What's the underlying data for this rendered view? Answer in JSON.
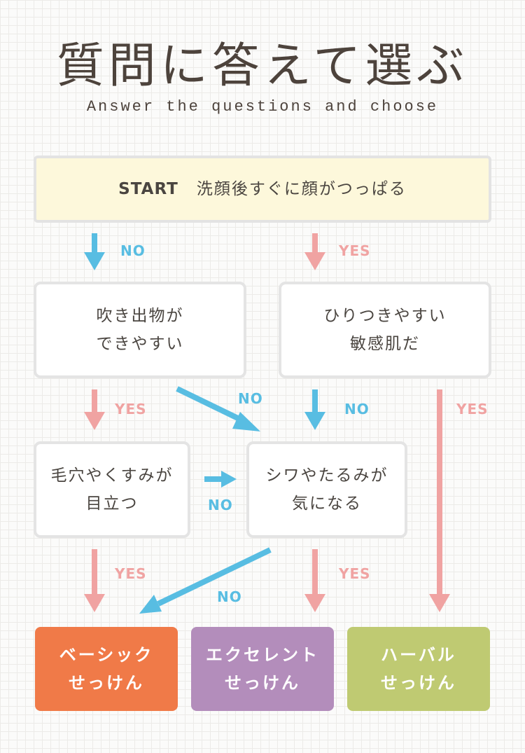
{
  "title": "質問に答えて選ぶ",
  "subtitle": "Answer the questions and choose",
  "start": {
    "label": "START",
    "question": "洗顔後すぐに顔がつっぱる"
  },
  "questions": {
    "acne": [
      "吹き出物が",
      "できやすい"
    ],
    "sensitive": [
      "ひりつきやすい",
      "敏感肌だ"
    ],
    "pores": [
      "毛穴やくすみが",
      "目立つ"
    ],
    "wrinkles": [
      "シワやたるみが",
      "気になる"
    ]
  },
  "results": {
    "basic": {
      "line1": "ベーシック",
      "line2": "せっけん",
      "color": "#f07a48"
    },
    "excellent": {
      "line1": "エクセレント",
      "line2": "せっけん",
      "color": "#b38dbb"
    },
    "herbal": {
      "line1": "ハーバル",
      "line2": "せっけん",
      "color": "#bfca72"
    }
  },
  "labels": {
    "yes": "YES",
    "no": "NO"
  },
  "colors": {
    "no_arrow": "#58bde2",
    "yes_arrow": "#f0a3a2"
  }
}
